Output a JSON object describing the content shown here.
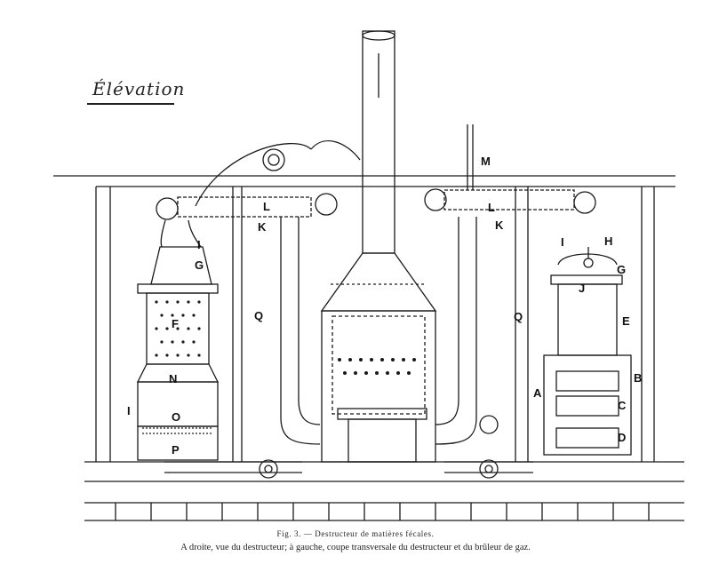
{
  "title": "Élévation",
  "labels": {
    "M": "M",
    "L_left": "L",
    "K_left": "K",
    "L_right": "L",
    "K_right": "K",
    "I_left_top": "I",
    "G_left": "G",
    "F": "F",
    "N": "N",
    "O": "O",
    "P": "P",
    "I_left_bottom": "I",
    "Q_left": "Q",
    "Q_right": "Q",
    "I_right": "I",
    "H": "H",
    "G_right": "G",
    "J": "J",
    "E": "E",
    "A": "A",
    "B": "B",
    "C": "C",
    "D": "D"
  },
  "caption": {
    "line1": "Fig. 3. — Destructeur de matières fécales.",
    "line2": "A droite, vue du destructeur; à gauche, coupe transversale du destructeur et du brûleur de gaz."
  },
  "colors": {
    "ink": "#1a1a1a",
    "paper": "#ffffff"
  }
}
